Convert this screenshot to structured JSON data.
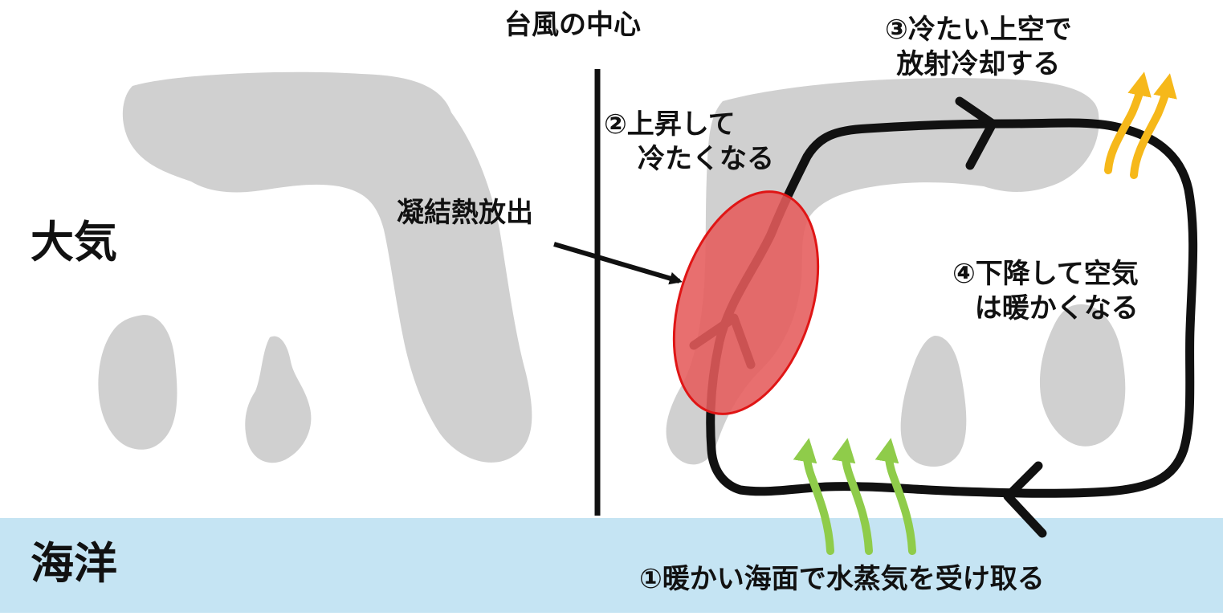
{
  "title": "台風の中心",
  "regions": {
    "atmosphere": "大気",
    "ocean": "海洋"
  },
  "annotations": {
    "release": "凝結熱放出",
    "step1": "①暖かい海面で水蒸気を受け取る",
    "step2": [
      "②上昇して",
      "冷たくなる"
    ],
    "step3": [
      "③冷たい上空で",
      "放射冷却する"
    ],
    "step4": [
      "④下降して空気",
      "は暖かくなる"
    ]
  },
  "colors": {
    "ocean": "#c5e4f3",
    "cloud": "#d0d0d0",
    "circulation": "#111111",
    "condensation_zone": "#e55b5b",
    "condensation_border": "#e01515",
    "moisture_arrows": "#8fcc4a",
    "radiation_arrows": "#f6b81a"
  }
}
